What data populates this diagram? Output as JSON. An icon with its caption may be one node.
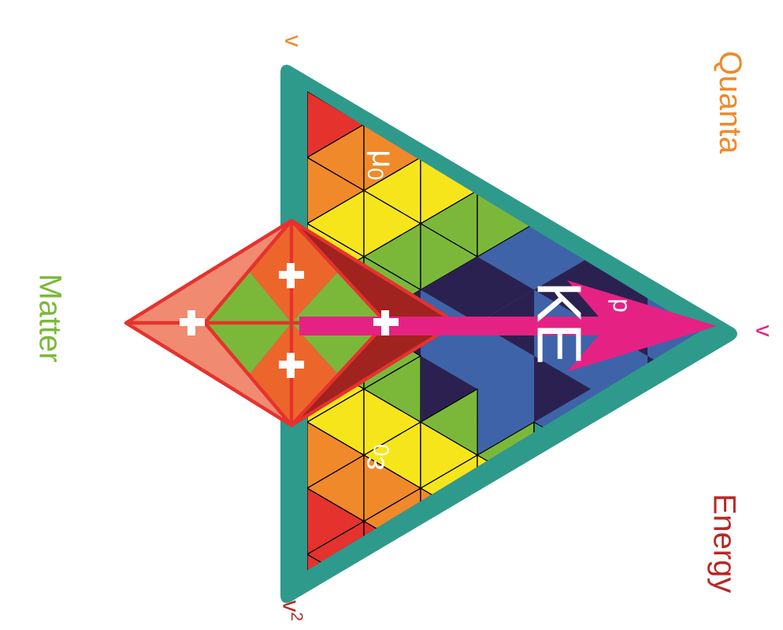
{
  "diagram": {
    "labels": [
      "v",
      "Quanta",
      "μ$_{0}$",
      "Matter",
      "KE",
      "p",
      "v",
      "ε$_{0}$",
      "v$^{2}$",
      "Energy"
    ]
  }
}
